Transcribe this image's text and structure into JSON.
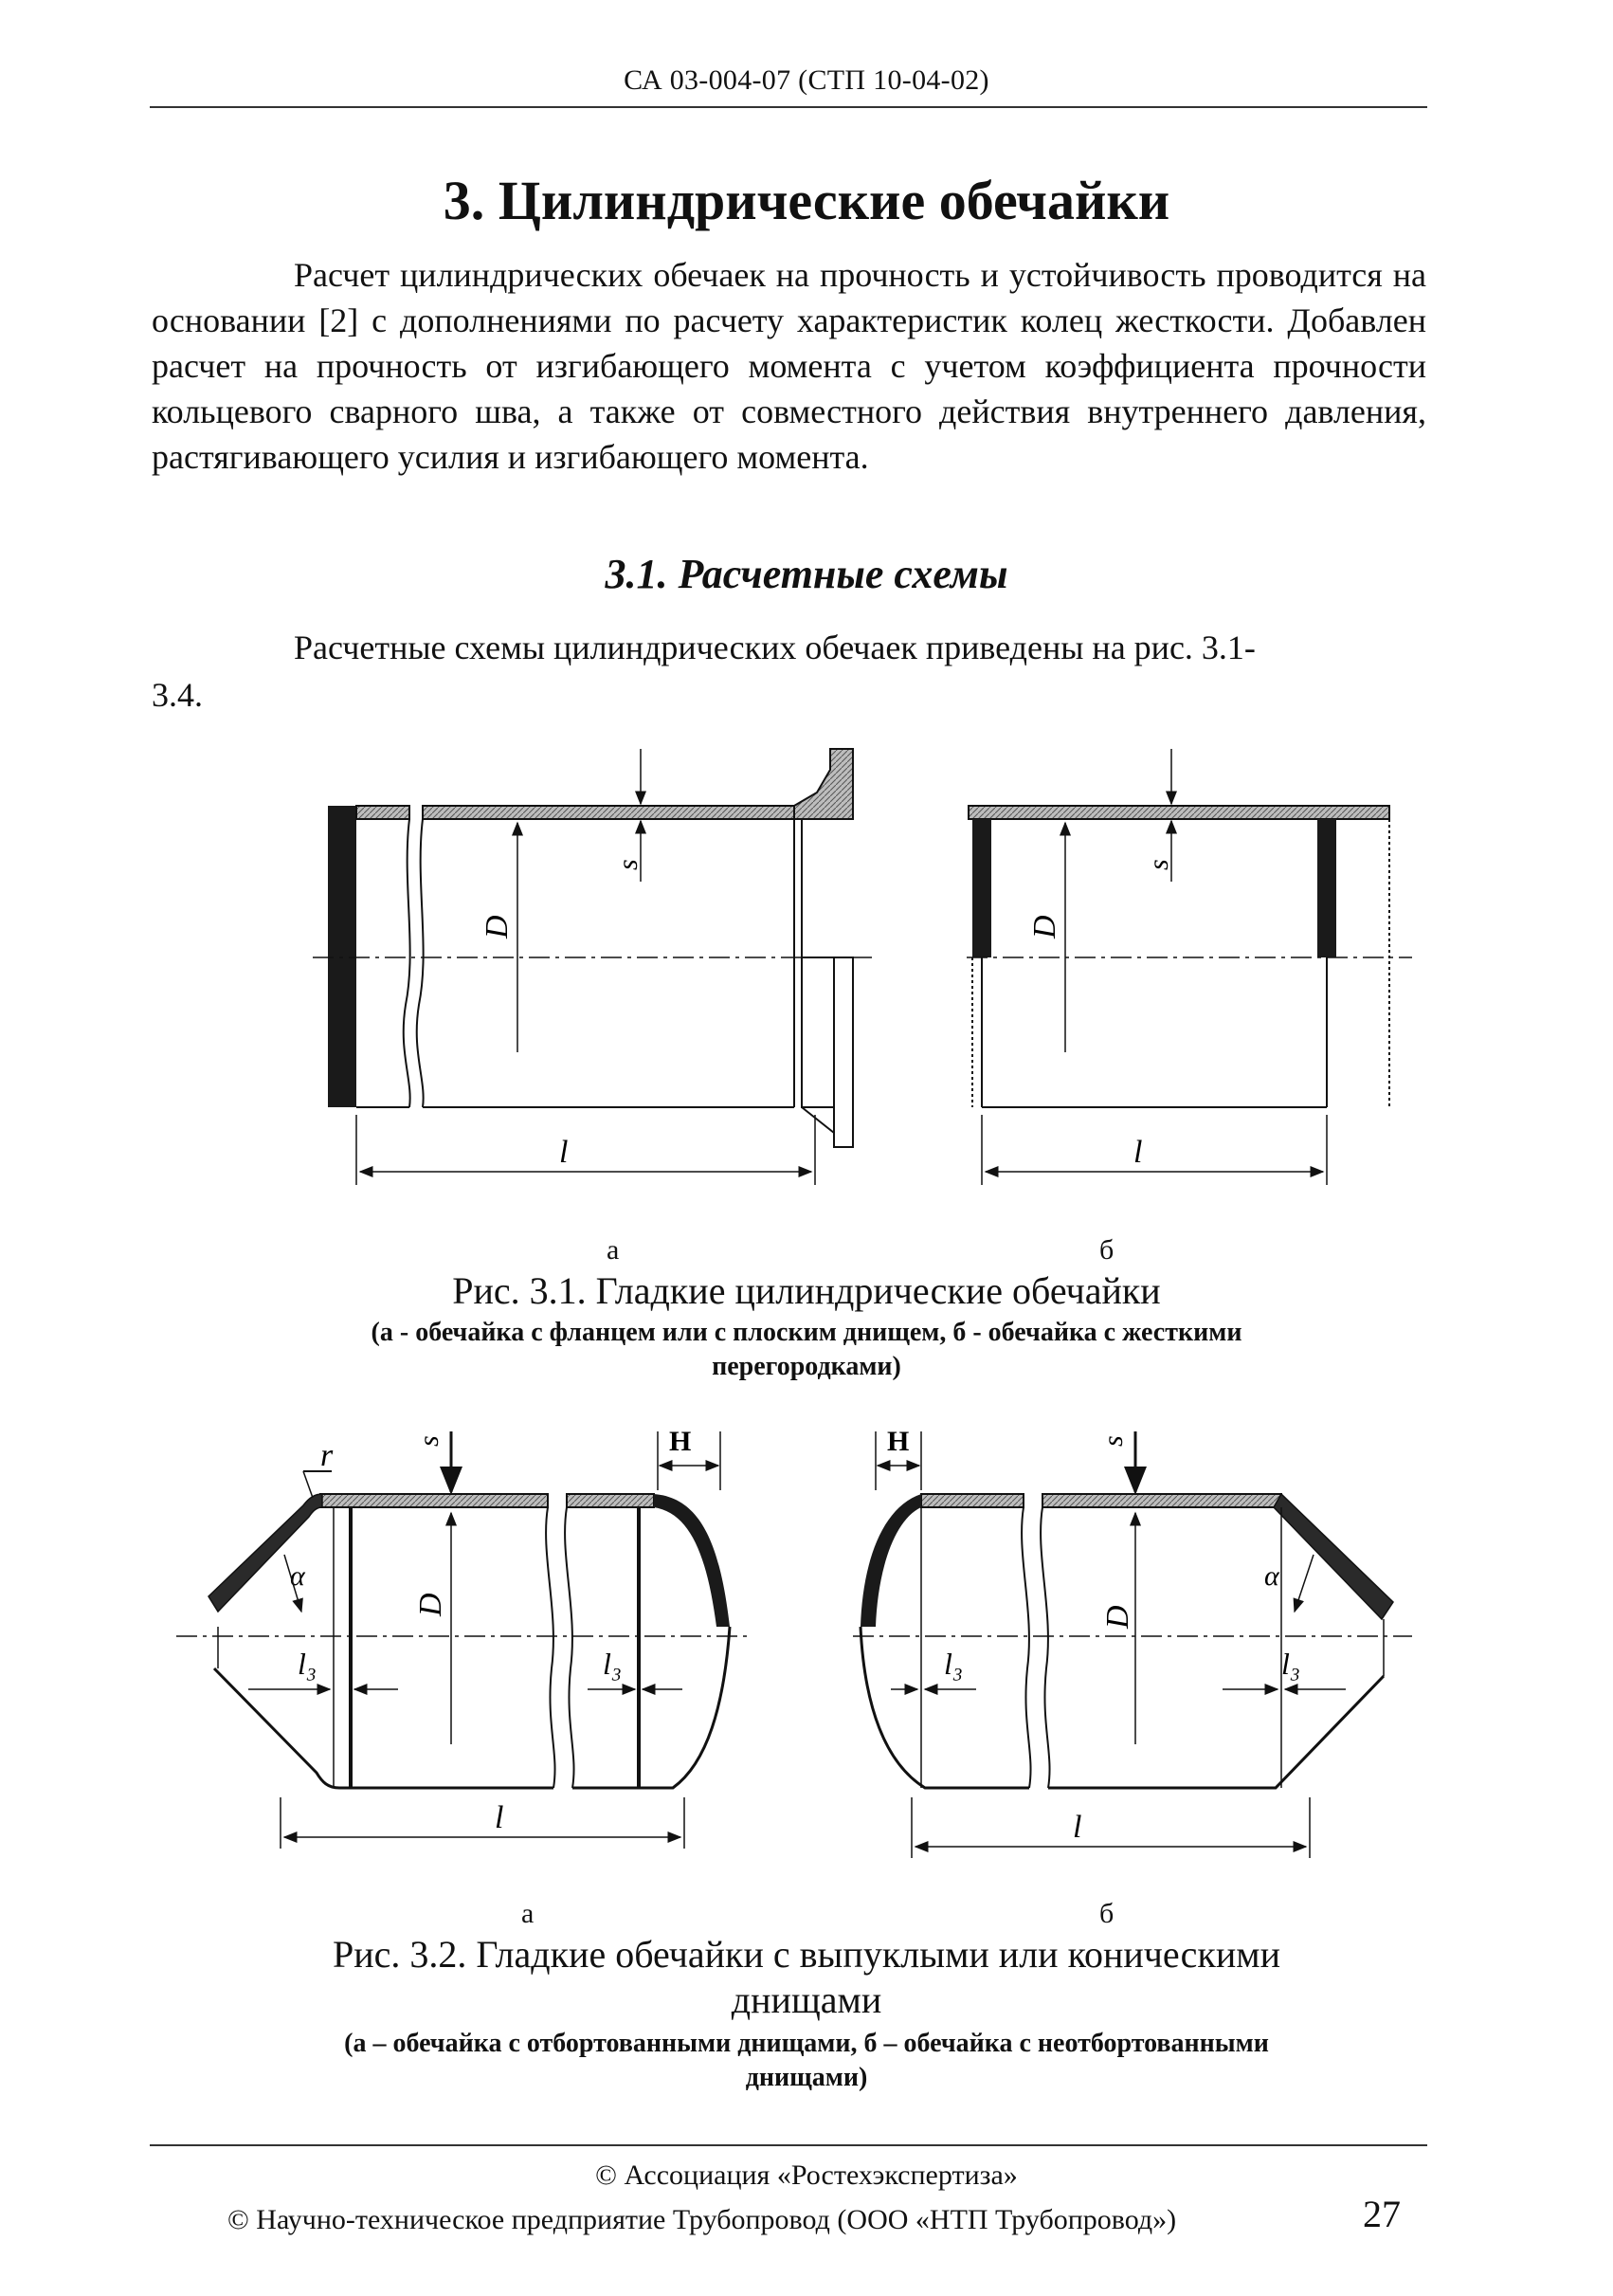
{
  "header": {
    "doc_code": "СА 03-004-07 (СТП 10-04-02)"
  },
  "section": {
    "title": "3. Цилиндрические обечайки",
    "intro": "Расчет цилиндрических обечаек на прочность и устойчивость проводится на основании [2] с дополнениями по расчету характеристик колец жесткости. Добавлен расчет на прочность от изгибающего момента с учетом коэффициента прочности кольцевого сварного шва, а также от совместного действия внутреннего давления, растягивающего усилия и изгибающего момента."
  },
  "subsection": {
    "title": "3.1. Расчетные схемы",
    "text_line1": "Расчетные схемы цилиндрических обечаек приведены на рис. 3.1-",
    "text_line2": "3.4."
  },
  "figure1": {
    "labels": {
      "D": "D",
      "s": "s",
      "l": "l"
    },
    "sub_a": "а",
    "sub_b": "б",
    "caption": "Рис. 3.1. Гладкие цилиндрические обечайки",
    "note_line1": "(а - обечайка с фланцем или с плоским днищем, б - обечайка с жесткими",
    "note_line2": "перегородками)"
  },
  "figure2": {
    "labels": {
      "r": "r",
      "H": "H",
      "s": "s",
      "D": "D",
      "alpha": "α",
      "l3": "l₃",
      "l": "l"
    },
    "sub_a": "а",
    "sub_b": "б",
    "caption_line1": "Рис. 3.2.  Гладкие обечайки с выпуклыми или коническими",
    "caption_line2": "днищами",
    "note_line1": "(а – обечайка с отбортованными днищами, б – обечайка с неотбортованными",
    "note_line2": "днищами)"
  },
  "footer": {
    "line1": "© Ассоциация «Ростехэкспертиза»",
    "line2": "© Научно-техническое предприятие Трубопровод (ООО «НТП Трубопровод»)",
    "page_number": "27"
  }
}
